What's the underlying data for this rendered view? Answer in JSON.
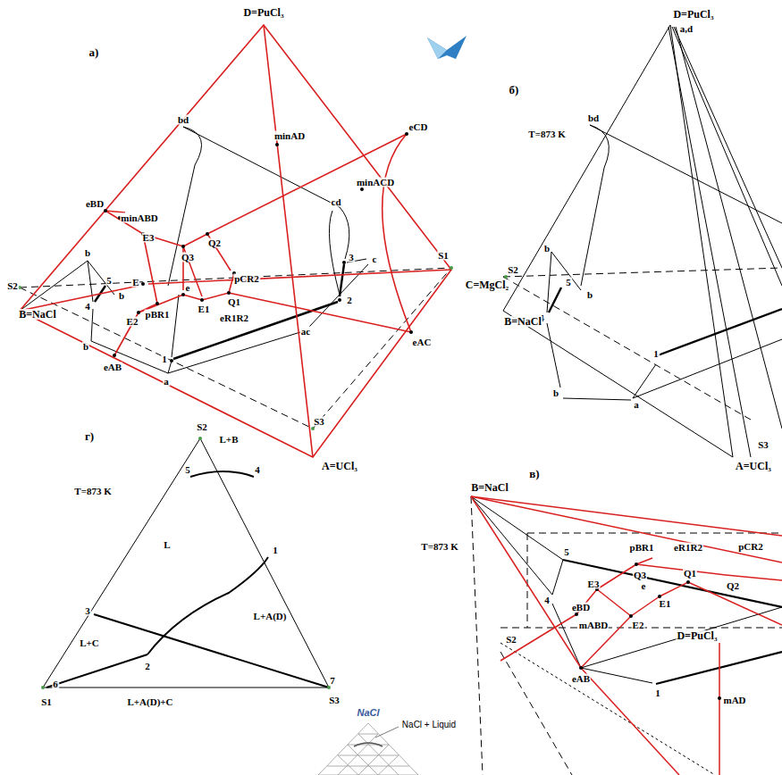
{
  "diagram": {
    "labels": [
      "D=PuCl₃",
      "а)",
      "bd",
      "minAD",
      "eCD",
      "minACD",
      "cd",
      "eBD",
      "minABD",
      "E3",
      "Q3",
      "Q2",
      "S2",
      "b",
      "5",
      "b",
      "E",
      "S1",
      "pCR2",
      "3",
      "c",
      "2",
      "C=MgCl₂",
      "B=NaCl",
      "pBR1",
      "e",
      "E1",
      "Q1",
      "eR1R2",
      "E2",
      "4",
      "b",
      "eAB",
      "1",
      "ac",
      "eAC",
      "a",
      "S3",
      "A=UCl₃",
      "D=PuCl₃",
      "a,d",
      "б)",
      "T=873 K",
      "bd",
      "b",
      "S2",
      "5",
      "b",
      "4",
      "B=NaCl",
      "1",
      "b",
      "a",
      "S3",
      "A=UCl₃",
      "г)",
      "S2",
      "L+B",
      "5",
      "4",
      "T=873 K",
      "L",
      "1",
      "3",
      "L+A(D)",
      "L+C",
      "2",
      "L+A(D)+C",
      "6",
      "S1",
      "7",
      "S3",
      "в)",
      "B=NaCl",
      "T=873 K",
      "5",
      "pBR1",
      "eR1R2",
      "pCR2",
      "Q3",
      "Q1",
      "Q2",
      "E3",
      "E1",
      "4",
      "eBD",
      "e",
      "mABD",
      "E2",
      "D=PuCl₃",
      "S2",
      "eAB",
      "1",
      "mAD",
      "NaCl",
      "NaCl + Liquid"
    ]
  }
}
